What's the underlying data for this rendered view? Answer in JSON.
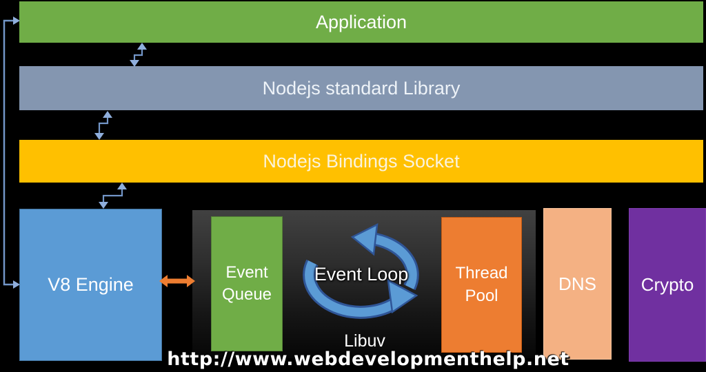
{
  "watermark": "http://www.webdevelopmenthelp.net",
  "layers": {
    "application": {
      "label": "Application",
      "color": "#70AD47"
    },
    "standard_library": {
      "label": "Nodejs standard Library",
      "color": "#8496B0"
    },
    "bindings_socket": {
      "label": "Nodejs Bindings Socket",
      "color": "#FFC000"
    }
  },
  "runtime": {
    "v8_engine": {
      "label": "V8 Engine",
      "color": "#5B9BD5"
    },
    "libuv": {
      "label": "Libuv"
    },
    "event_queue": {
      "label": "Event Queue",
      "color": "#70AD47"
    },
    "event_loop": {
      "label": "Event Loop",
      "arrow_color": "#5B9BD5",
      "arrow_edge_color": "#2F5597"
    },
    "thread_pool": {
      "label": "Thread Pool",
      "color": "#ED7D31"
    },
    "dns": {
      "label": "DNS",
      "color": "#F4B183"
    },
    "crypto": {
      "label": "Crypto",
      "color": "#7030A0"
    }
  },
  "connectors": {
    "line_color": "#7396C8",
    "arrowhead_color": "#8FAEDC",
    "v8_queue_arrow_color": "#ED7D31"
  }
}
